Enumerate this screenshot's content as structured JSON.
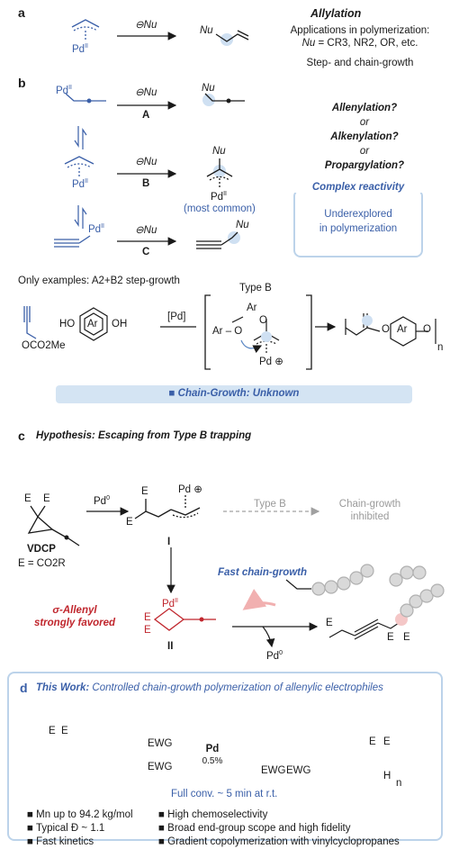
{
  "section_a": {
    "label": "a",
    "pd": "Pd",
    "pd_sup": "II",
    "nu": "Nu",
    "product_nu": "Nu",
    "title": "Allylation",
    "line1": "Applications in polymerization:",
    "line2_nu": "Nu",
    "line2_rest": " = CR3, NR2, OR, etc.",
    "line3": "Step- and chain-growth"
  },
  "section_b": {
    "label": "b",
    "pd": "Pd",
    "pd_sup": "II",
    "nu": "Nu",
    "path_a": "A",
    "path_b": "B",
    "path_c": "C",
    "most_common": "(most common)",
    "q1": "Allenylation?",
    "q_or": "or",
    "q2": "Alkenylation?",
    "q3": "Propargylation?",
    "box_title": "Complex reactivity",
    "box_line1": "Underexplored",
    "box_line2": "in polymerization",
    "only_examples": "Only examples: A2+B2 step-growth",
    "ester": "OCO2Me",
    "ho": "HO",
    "oh": "OH",
    "ar": "Ar",
    "pd_cat": "[Pd]",
    "type_b": "Type B",
    "n": "n",
    "o": "O",
    "pd_plus": "Pd",
    "chain_growth": "Chain-Growth: Unknown"
  },
  "section_c": {
    "label": "c",
    "title": "Hypothesis: Escaping from Type B trapping",
    "e": "E",
    "pd0": "Pd",
    "pd0_sup": "0",
    "vdcp": "VDCP",
    "e_def": "E = CO2R",
    "roman1": "I",
    "roman2": "II",
    "type_b": "Type B",
    "inhibited1": "Chain-growth",
    "inhibited2": "inhibited",
    "fast": "Fast chain-growth",
    "allenyl1": "σ-Allenyl",
    "allenyl2": "strongly favored"
  },
  "section_d": {
    "label": "d",
    "this_work": "This Work:",
    "title_rest": " Controlled chain-growth polymerization of allenylic electrophiles",
    "ewg": "EWG",
    "pd": "Pd",
    "loading": "0.5%",
    "conv": "Full conv. ~ 5 min at r.t.",
    "h": "H",
    "n": "n",
    "bullets_left": [
      "Mn up to 94.2 kg/mol",
      "Typical Đ ~ 1.1",
      "Fast kinetics"
    ],
    "bullets_right": [
      "High chemoselectivity",
      "Broad end-group scope and high fidelity",
      "Gradient copolymerization with vinylcyclopropanes"
    ]
  },
  "colors": {
    "blue": "#3a5fa8",
    "red": "#c0262d",
    "light_blue": "#bcd3ea",
    "grey": "#9a9a9a"
  }
}
